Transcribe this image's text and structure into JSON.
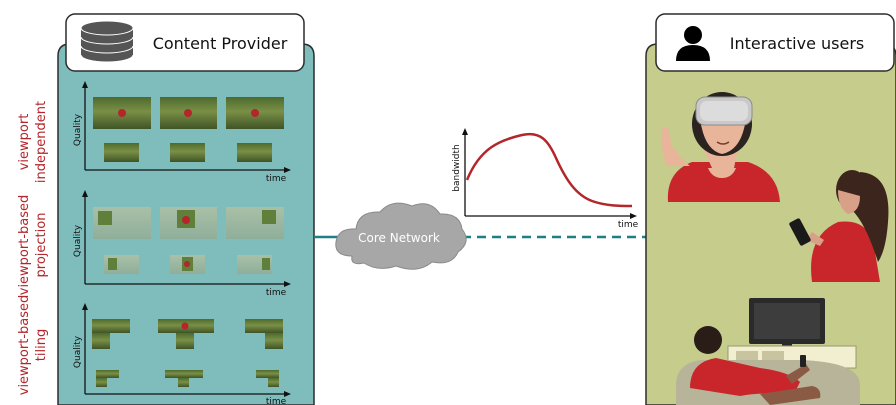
{
  "provider": {
    "title": "Content Provider",
    "icon": "database-icon",
    "panel_color": "#7fbcbc"
  },
  "users": {
    "title": "Interactive users",
    "icon": "user-icon",
    "panel_color": "#c6cc8c"
  },
  "rows": [
    {
      "label_line1": "viewport",
      "label_line2": "independent",
      "ylabel": "Quality",
      "xlabel": "time"
    },
    {
      "label_line1": "viewport-based",
      "label_line2": "projection",
      "ylabel": "Quality",
      "xlabel": "time"
    },
    {
      "label_line1": "viewport-based",
      "label_line2": "tiling",
      "ylabel": "Quality",
      "xlabel": "time"
    }
  ],
  "network": {
    "label": "Core Network"
  },
  "bandwidth_plot": {
    "ylabel": "bandwidth",
    "xlabel": "time",
    "curve_color": "#b3262b"
  },
  "accent": "#b3262b",
  "link_color": "#1f7f86"
}
